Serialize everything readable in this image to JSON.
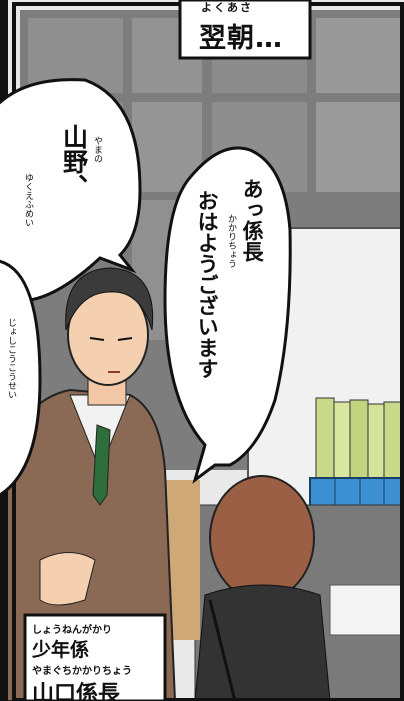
{
  "caption": {
    "ruby": "よくあさ",
    "text": "翌朝…"
  },
  "bubble_left": {
    "ruby_name": "やまの",
    "line1": "山野、",
    "ruby_partial_1": "ゆくえふめい",
    "ruby_partial_2": "じょしこうこうせい"
  },
  "bubble_right": {
    "line1": "あっ係長",
    "ruby_kakaricho": "かかりちょう",
    "line2": "おはようございます"
  },
  "name_label": {
    "ruby_role": "しょうねんがかり",
    "role": "少年係",
    "ruby_name": "やまぐちかかりちょう",
    "name": "山口係長"
  }
}
